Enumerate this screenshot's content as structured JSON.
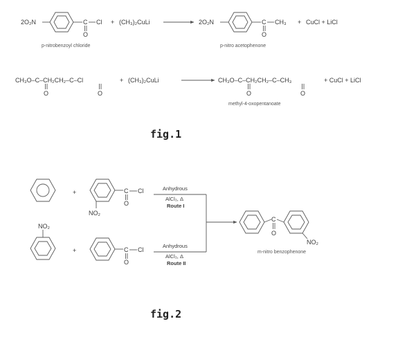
{
  "fig1": {
    "caption": "fig.1",
    "reaction1": {
      "reactant_group": "2O₂N",
      "reactant_acyl_c": "C",
      "reactant_acyl_cl": "Cl",
      "reactant_carbonyl_o": "O",
      "reagent": "(CH₃)₂CuLi",
      "plus": "+",
      "product_group": "2O₂N",
      "product_acyl_c": "C",
      "product_methyl": "CH₃",
      "product_carbonyl_o": "O",
      "byproducts": "CuCl + LiCl",
      "reactant_name": "p-nitrobenzoyl chloride",
      "product_name": "p-nitro acetophenone"
    },
    "reaction2": {
      "reactant": "CH₃O–C–CH₂CH₂–C–Cl",
      "reactant_o1": "O",
      "reactant_o2": "O",
      "reagent": "(CH₃)₂CuLi",
      "plus": "+",
      "product": "CH₃O–C–CH₂CH₂–C–CH₃",
      "product_o1": "O",
      "product_o2": "O",
      "byproducts": "+ CuCl + LiCl",
      "product_name": "methyl-4-oxopentanoate"
    }
  },
  "fig2": {
    "caption": "fig.2",
    "plus": "+",
    "route1": {
      "reactant2_acyl_c": "C",
      "reactant2_cl": "Cl",
      "reactant2_o": "O",
      "reactant2_substituent": "NO₂",
      "condition_top": "Anhydrous",
      "condition_mid": "AlCl₃, Δ",
      "route_label": "Route I"
    },
    "route2": {
      "reactant1_substituent": "NO₂",
      "reactant2_acyl_c": "C",
      "reactant2_cl": "Cl",
      "reactant2_o": "O",
      "condition_top": "Anhydrous",
      "condition_mid": "AlCl₃, Δ",
      "route_label": "Route II"
    },
    "product": {
      "carbonyl_c": "C",
      "carbonyl_o": "O",
      "substituent": "NO₂",
      "name": "m-nitro benzophenone"
    }
  }
}
